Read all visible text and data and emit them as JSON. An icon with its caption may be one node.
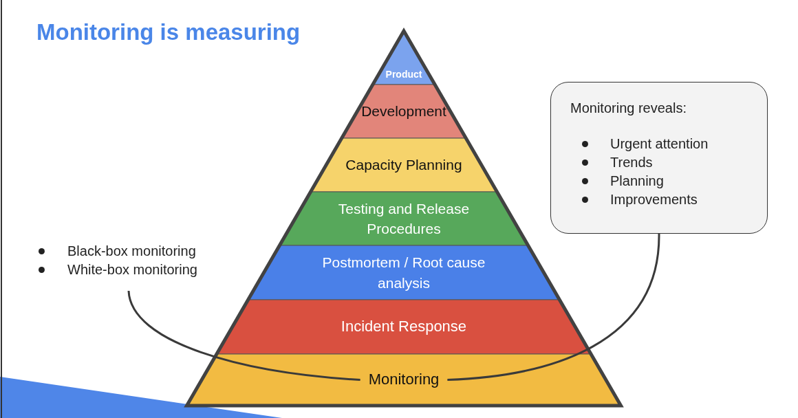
{
  "diagram": {
    "title": "Monitoring is measuring",
    "nodes": [
      {
        "text": [
          "Product"
        ]
      },
      {
        "text": [
          "Development"
        ]
      },
      {
        "text": [
          "Capacity Planning"
        ]
      },
      {
        "text": [
          "Testing and Release Procedures"
        ]
      },
      {
        "text": [
          "Postmortem / Root cause analysis"
        ]
      },
      {
        "text": [
          "Incident Response"
        ]
      },
      {
        "text": [
          "Monitoring"
        ]
      },
      {
        "text": [
          "Black-box monitoring",
          "White-box monitoring"
        ]
      },
      {
        "text": [
          "Monitoring reveals:",
          "Urgent attention",
          "Trends",
          "Planning",
          "Improvements"
        ]
      }
    ],
    "edges": [
      {
        "from": 7,
        "to": 6,
        "arrow": "none"
      },
      {
        "from": 8,
        "to": 6,
        "arrow": "none"
      }
    ]
  }
}
